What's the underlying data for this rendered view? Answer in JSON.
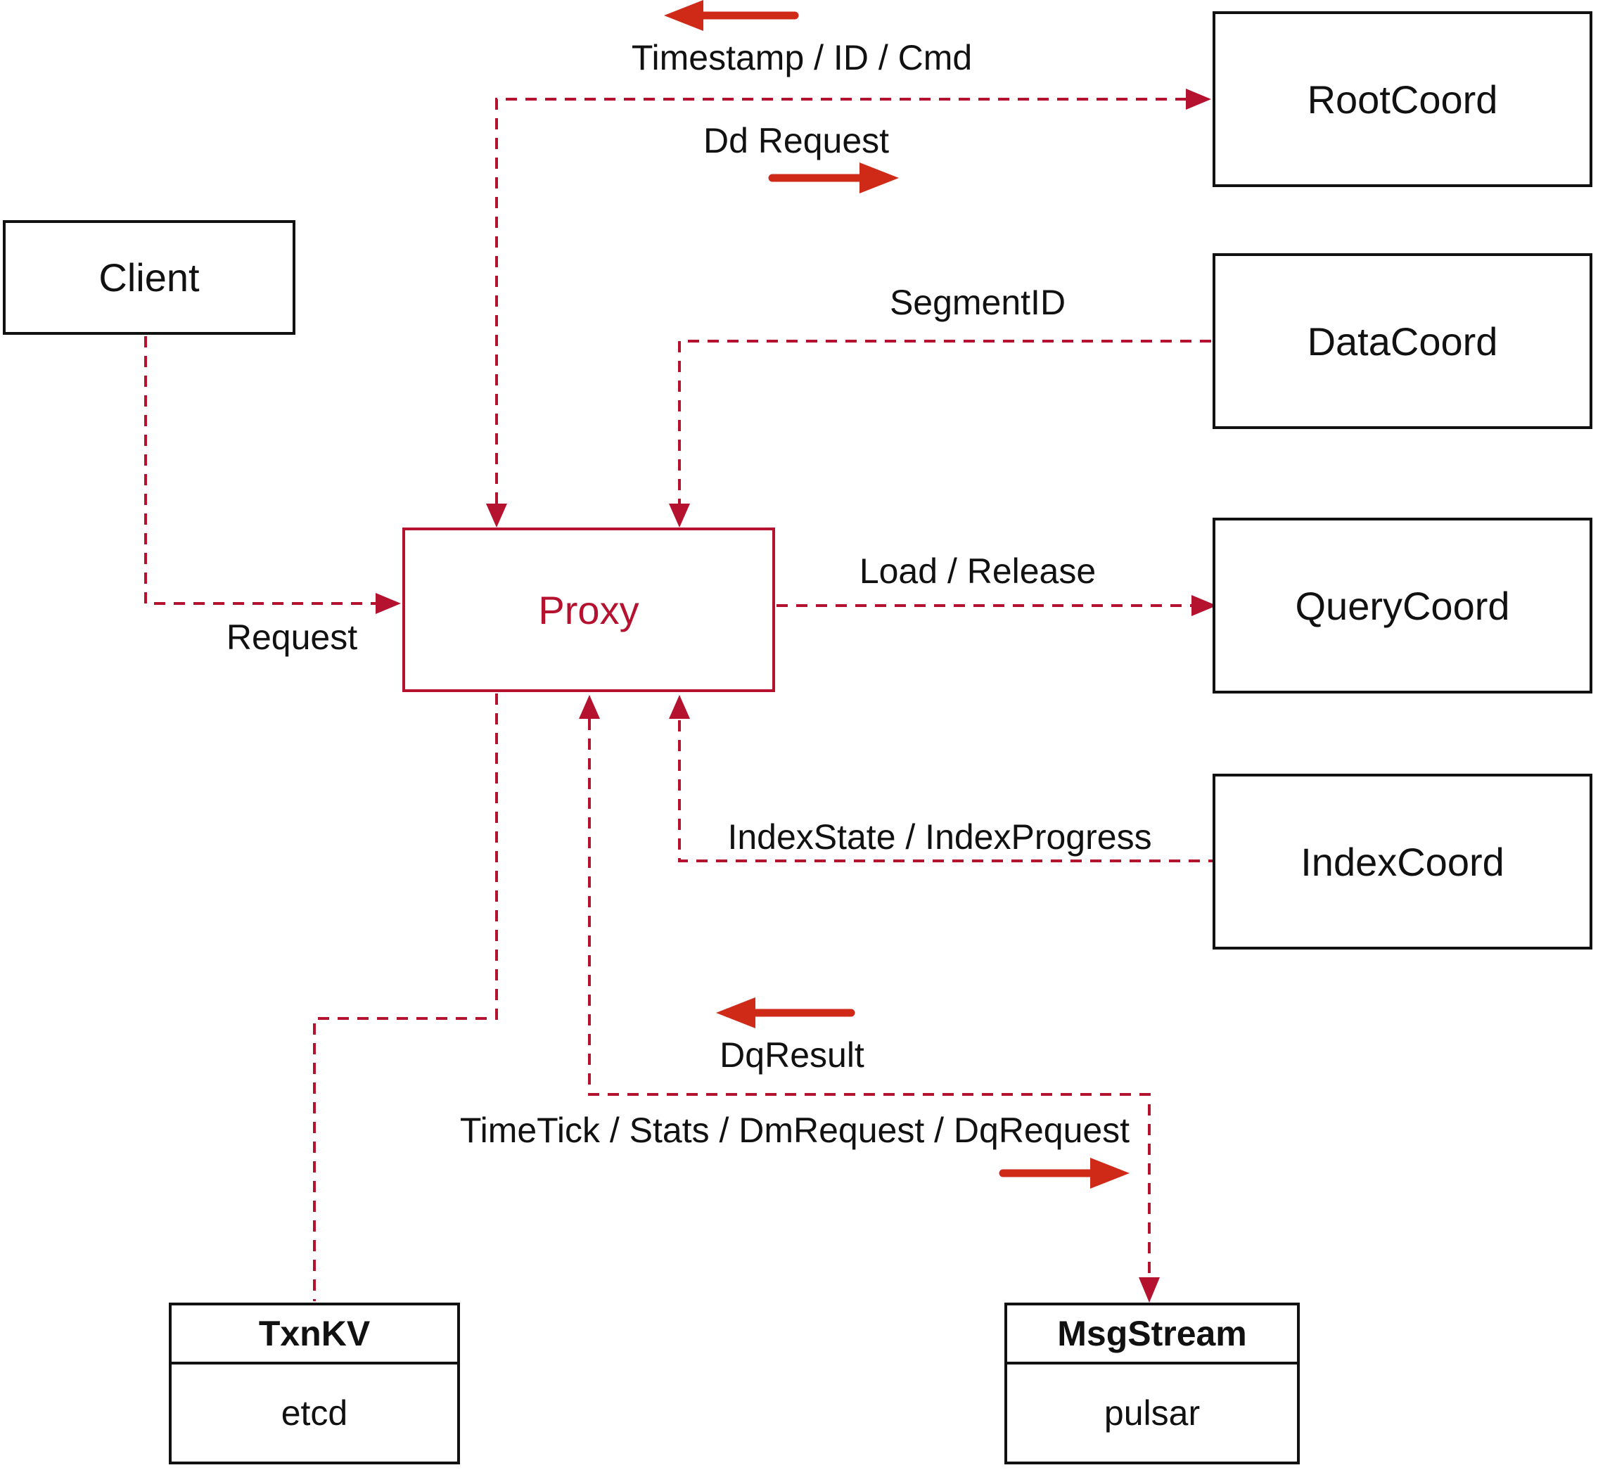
{
  "nodes": {
    "client": {
      "label": "Client"
    },
    "proxy": {
      "label": "Proxy"
    },
    "rootcoord": {
      "label": "RootCoord"
    },
    "datacoord": {
      "label": "DataCoord"
    },
    "querycoord": {
      "label": "QueryCoord"
    },
    "indexcoord": {
      "label": "IndexCoord"
    },
    "txnkv": {
      "title": "TxnKV",
      "subtitle": "etcd"
    },
    "msgstream": {
      "title": "MsgStream",
      "subtitle": "pulsar"
    }
  },
  "edge_labels": {
    "timestamp": "Timestamp / ID / Cmd",
    "dd_request": "Dd Request",
    "segment_id": "SegmentID",
    "load_release": "Load / Release",
    "index_state": "IndexState / IndexProgress",
    "request": "Request",
    "dq_result": "DqResult",
    "time_tick": "TimeTick / Stats / DmRequest / DqRequest"
  },
  "colors": {
    "line": "#b5122f",
    "arrow": "#cf2a18",
    "box_border": "#111111",
    "text": "#111111",
    "background": "#ffffff"
  }
}
